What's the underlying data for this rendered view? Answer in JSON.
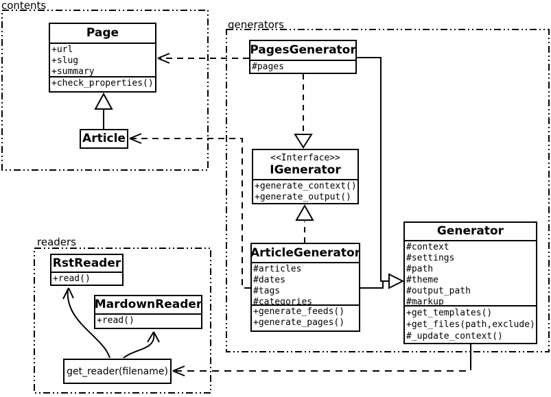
{
  "diagram": {
    "packages": {
      "contents": {
        "label": "contents"
      },
      "generators": {
        "label": "generators"
      },
      "readers": {
        "label": "readers"
      }
    },
    "classes": {
      "page": {
        "name": "Page",
        "attributes": [
          "+url",
          "+slug",
          "+summary"
        ],
        "methods": [
          "+check_properties()"
        ]
      },
      "article": {
        "name": "Article"
      },
      "pages_generator": {
        "name": "PagesGenerator",
        "attributes": [
          "#pages"
        ]
      },
      "igenerator": {
        "stereotype": "<<Interface>>",
        "name": "IGenerator",
        "methods": [
          "+generate_context()",
          "+generate_output()"
        ]
      },
      "article_generator": {
        "name": "ArticleGenerator",
        "attributes": [
          "#articles",
          "#dates",
          "#tags",
          "#categories"
        ],
        "methods": [
          "+generate_feeds()",
          "+generate_pages()"
        ]
      },
      "generator": {
        "name": "Generator",
        "attributes": [
          "#context",
          "#settings",
          "#path",
          "#theme",
          "#output_path",
          "#markup"
        ],
        "methods": [
          "+get_templates()",
          "+get_files(path,exclude)",
          "#_update_context()"
        ]
      },
      "rst_reader": {
        "name": "RstReader",
        "methods": [
          "+read()"
        ]
      },
      "mardown_reader": {
        "name": "MardownReader",
        "methods": [
          "+read()"
        ]
      },
      "get_reader": {
        "label": "get_reader(filename)"
      }
    },
    "relationships": [
      {
        "type": "inheritance",
        "from": "Article",
        "to": "Page"
      },
      {
        "type": "inheritance",
        "from": "PagesGenerator",
        "to": "Generator"
      },
      {
        "type": "inheritance",
        "from": "ArticleGenerator",
        "to": "Generator"
      },
      {
        "type": "realization",
        "from": "PagesGenerator",
        "to": "IGenerator"
      },
      {
        "type": "realization",
        "from": "ArticleGenerator",
        "to": "IGenerator"
      },
      {
        "type": "dependency",
        "from": "PagesGenerator",
        "to": "Page"
      },
      {
        "type": "dependency",
        "from": "ArticleGenerator",
        "to": "Article"
      },
      {
        "type": "dependency",
        "from": "Generator",
        "to": "get_reader(filename)"
      },
      {
        "type": "call",
        "from": "get_reader(filename)",
        "to": "RstReader"
      },
      {
        "type": "call",
        "from": "get_reader(filename)",
        "to": "MardownReader"
      }
    ],
    "colors": {
      "line": "#000000",
      "background": "#ffffff",
      "box_fill": "#ffffff"
    }
  }
}
